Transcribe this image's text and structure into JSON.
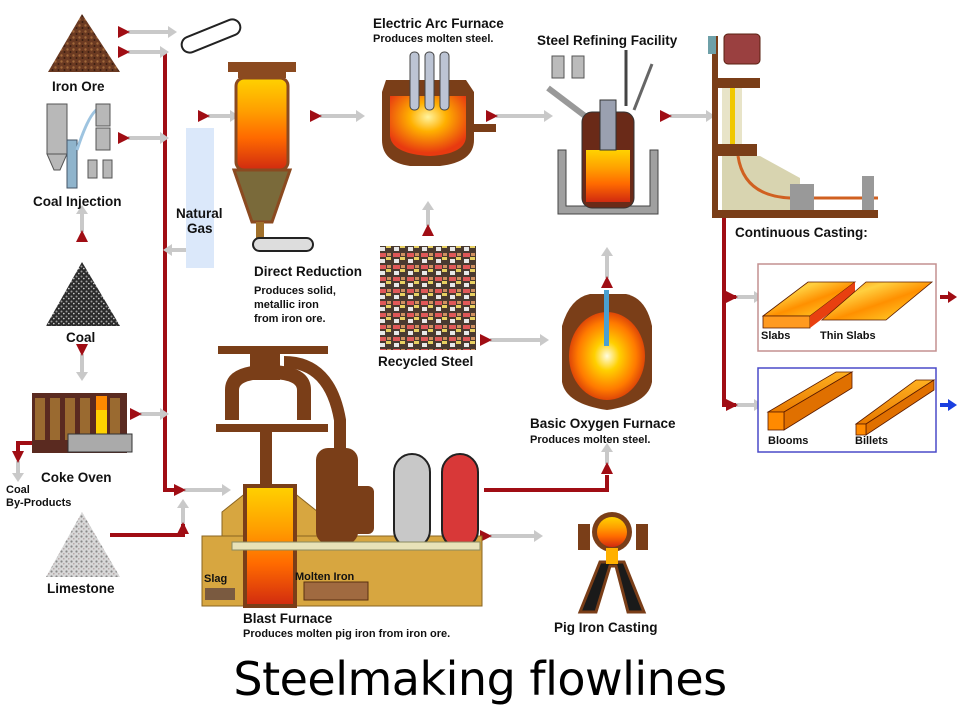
{
  "title": "Steelmaking flowlines",
  "colors": {
    "flow_line": "#a00d14",
    "arrow_tail": "#c9c9c9",
    "arrow_head": "#a00d14",
    "output_red": "#a00d14",
    "output_blue": "#1a3fe0",
    "slab_box_border": "#c49090",
    "bloom_box_border": "#4a4ac8",
    "molten_hot": "#ffd200",
    "molten_mid": "#ff8a00",
    "molten_deep": "#e84010",
    "equipment_brown": "#7a3e18",
    "blast_base": "#d7a640"
  },
  "raw_materials": {
    "iron_ore": {
      "label": "Iron Ore",
      "icon": "iron-ore-pile-icon"
    },
    "coal_injection": {
      "label": "Coal Injection",
      "icon": "coal-injection-plant-icon"
    },
    "coal": {
      "label": "Coal",
      "icon": "coal-pile-icon"
    },
    "coke_oven": {
      "label": "Coke Oven",
      "icon": "coke-oven-icon"
    },
    "coal_byproducts": {
      "label_line1": "Coal",
      "label_line2": "By-Products"
    },
    "limestone": {
      "label": "Limestone",
      "icon": "limestone-pile-icon"
    },
    "natural_gas": {
      "label_line1": "Natural",
      "label_line2": "Gas",
      "icon": "natural-gas-icon"
    }
  },
  "processes": {
    "direct_reduction": {
      "label": "Direct Reduction",
      "desc": [
        "Produces solid,",
        "metallic iron",
        "from iron ore."
      ],
      "icon": "direct-reduction-shaft-icon"
    },
    "electric_arc_furnace": {
      "label": "Electric Arc Furnace",
      "desc": "Produces molten steel.",
      "icon": "electric-arc-furnace-icon"
    },
    "steel_refining": {
      "label": "Steel Refining Facility",
      "icon": "ladle-refining-icon"
    },
    "continuous_casting": {
      "label": "Continuous Casting:",
      "icon": "continuous-caster-icon"
    },
    "recycled_steel": {
      "label": "Recycled Steel",
      "icon": "scrap-pile-icon"
    },
    "basic_oxygen_furnace": {
      "label": "Basic Oxygen Furnace",
      "desc": "Produces molten steel.",
      "icon": "basic-oxygen-furnace-icon"
    },
    "blast_furnace": {
      "label": "Blast Furnace",
      "desc": "Produces molten pig iron from iron ore.",
      "slag_label": "Slag",
      "molten_iron_label": "Molten Iron",
      "icon": "blast-furnace-icon"
    },
    "pig_iron_casting": {
      "label": "Pig Iron Casting",
      "icon": "pig-iron-casting-icon"
    }
  },
  "products": {
    "flat": [
      {
        "label": "Slabs",
        "icon": "slab-icon"
      },
      {
        "label": "Thin Slabs",
        "icon": "thin-slab-icon"
      }
    ],
    "long": [
      {
        "label": "Blooms",
        "icon": "bloom-icon"
      },
      {
        "label": "Billets",
        "icon": "billet-icon"
      }
    ]
  }
}
